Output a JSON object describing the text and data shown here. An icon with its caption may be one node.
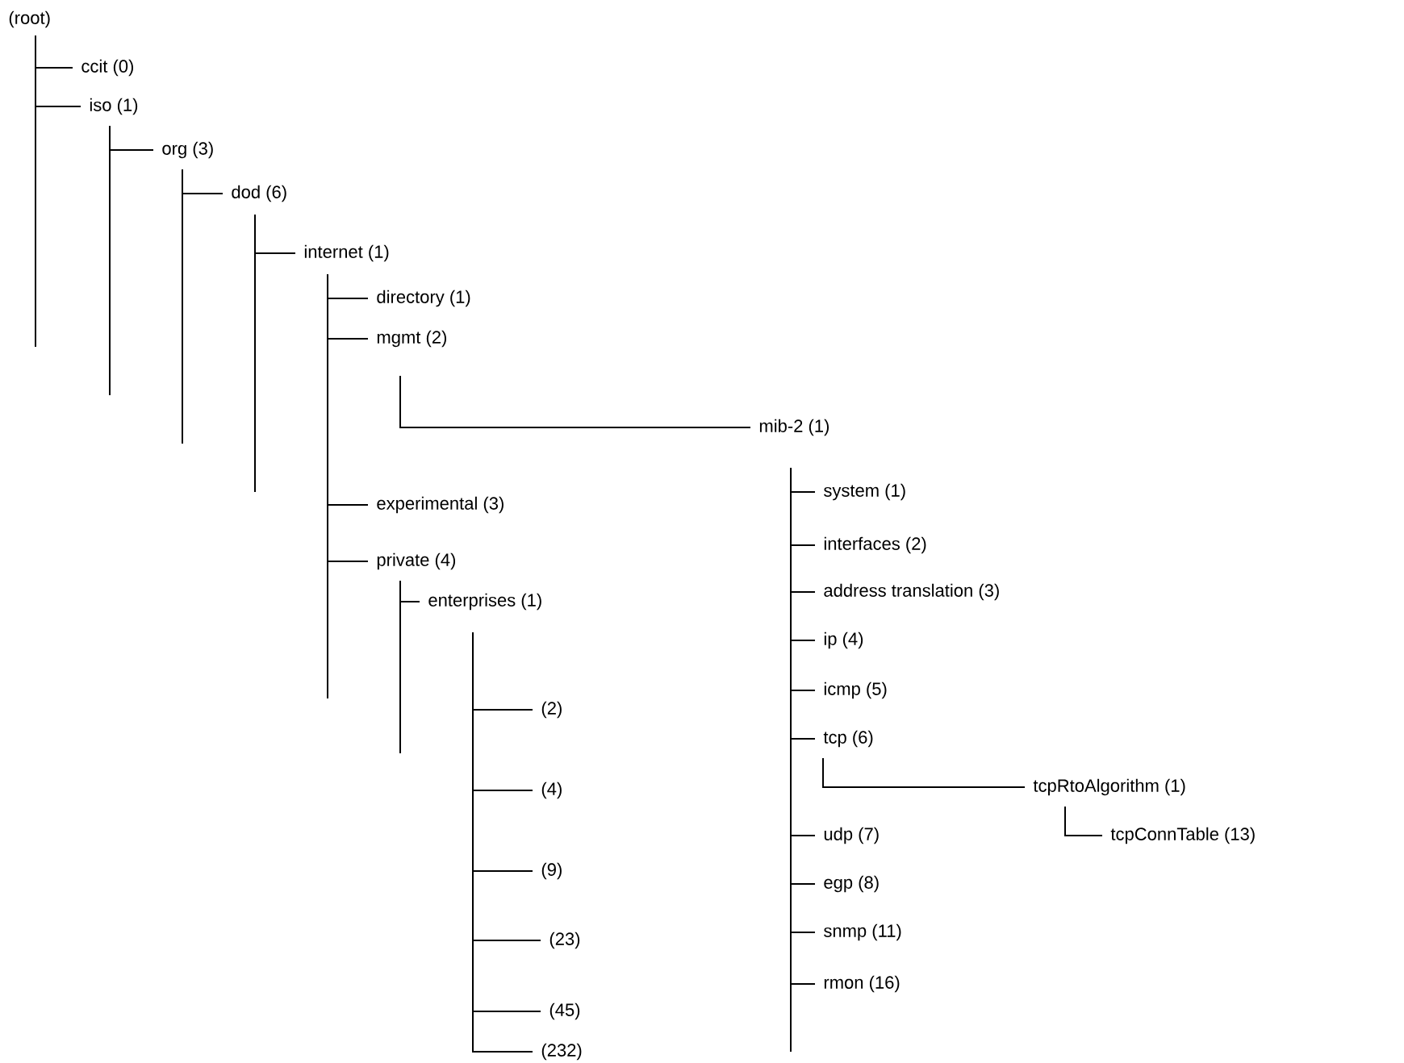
{
  "diagram": {
    "nodes": [
      {
        "text": [
          "(root)"
        ]
      },
      {
        "text": [
          "ccit (0)"
        ]
      },
      {
        "text": [
          "iso (1)"
        ]
      },
      {
        "text": [
          "org (3)"
        ]
      },
      {
        "text": [
          "dod (6)"
        ]
      },
      {
        "text": [
          "internet (1)"
        ]
      },
      {
        "text": [
          "directory (1)"
        ]
      },
      {
        "text": [
          "mgmt (2)"
        ]
      },
      {
        "text": [
          "mib-2 (1)"
        ]
      },
      {
        "text": [
          "system (1)"
        ]
      },
      {
        "text": [
          "interfaces (2)"
        ]
      },
      {
        "text": [
          "address translation (3)"
        ]
      },
      {
        "text": [
          "ip (4)"
        ]
      },
      {
        "text": [
          "icmp (5)"
        ]
      },
      {
        "text": [
          "tcp (6)"
        ]
      },
      {
        "text": [
          "tcpRtoAlgorithm (1)"
        ]
      },
      {
        "text": [
          "tcpConnTable (13)"
        ]
      },
      {
        "text": [
          "udp (7)"
        ]
      },
      {
        "text": [
          "egp (8)"
        ]
      },
      {
        "text": [
          "snmp (11)"
        ]
      },
      {
        "text": [
          "rmon (16)"
        ]
      },
      {
        "text": [
          "experimental (3)"
        ]
      },
      {
        "text": [
          "private (4)"
        ]
      },
      {
        "text": [
          "enterprises (1)"
        ]
      },
      {
        "text": [
          "(2)"
        ]
      },
      {
        "text": [
          "(4)"
        ]
      },
      {
        "text": [
          "(9)"
        ]
      },
      {
        "text": [
          "(23)"
        ]
      },
      {
        "text": [
          "(45)"
        ]
      },
      {
        "text": [
          "(232)"
        ]
      }
    ],
    "edges": [
      {
        "from": 0,
        "to": 1,
        "arrow": "none"
      },
      {
        "from": 0,
        "to": 2,
        "arrow": "none"
      },
      {
        "from": 2,
        "to": 3,
        "arrow": "none"
      },
      {
        "from": 3,
        "to": 4,
        "arrow": "none"
      },
      {
        "from": 4,
        "to": 5,
        "arrow": "none"
      },
      {
        "from": 5,
        "to": 6,
        "arrow": "none"
      },
      {
        "from": 5,
        "to": 7,
        "arrow": "none"
      },
      {
        "from": 7,
        "to": 8,
        "arrow": "none"
      },
      {
        "from": 8,
        "to": 9,
        "arrow": "none"
      },
      {
        "from": 8,
        "to": 10,
        "arrow": "none"
      },
      {
        "from": 8,
        "to": 11,
        "arrow": "none"
      },
      {
        "from": 8,
        "to": 12,
        "arrow": "none"
      },
      {
        "from": 8,
        "to": 13,
        "arrow": "none"
      },
      {
        "from": 8,
        "to": 14,
        "arrow": "none"
      },
      {
        "from": 14,
        "to": 15,
        "arrow": "none"
      },
      {
        "from": 15,
        "to": 16,
        "arrow": "none"
      },
      {
        "from": 8,
        "to": 17,
        "arrow": "none"
      },
      {
        "from": 8,
        "to": 18,
        "arrow": "none"
      },
      {
        "from": 8,
        "to": 19,
        "arrow": "none"
      },
      {
        "from": 8,
        "to": 20,
        "arrow": "none"
      },
      {
        "from": 5,
        "to": 21,
        "arrow": "none"
      },
      {
        "from": 5,
        "to": 22,
        "arrow": "none"
      },
      {
        "from": 22,
        "to": 23,
        "arrow": "none"
      },
      {
        "from": 23,
        "to": 24,
        "arrow": "none"
      },
      {
        "from": 23,
        "to": 25,
        "arrow": "none"
      },
      {
        "from": 23,
        "to": 26,
        "arrow": "none"
      },
      {
        "from": 23,
        "to": 27,
        "arrow": "none"
      },
      {
        "from": 23,
        "to": 28,
        "arrow": "none"
      },
      {
        "from": 23,
        "to": 29,
        "arrow": "none"
      }
    ]
  }
}
